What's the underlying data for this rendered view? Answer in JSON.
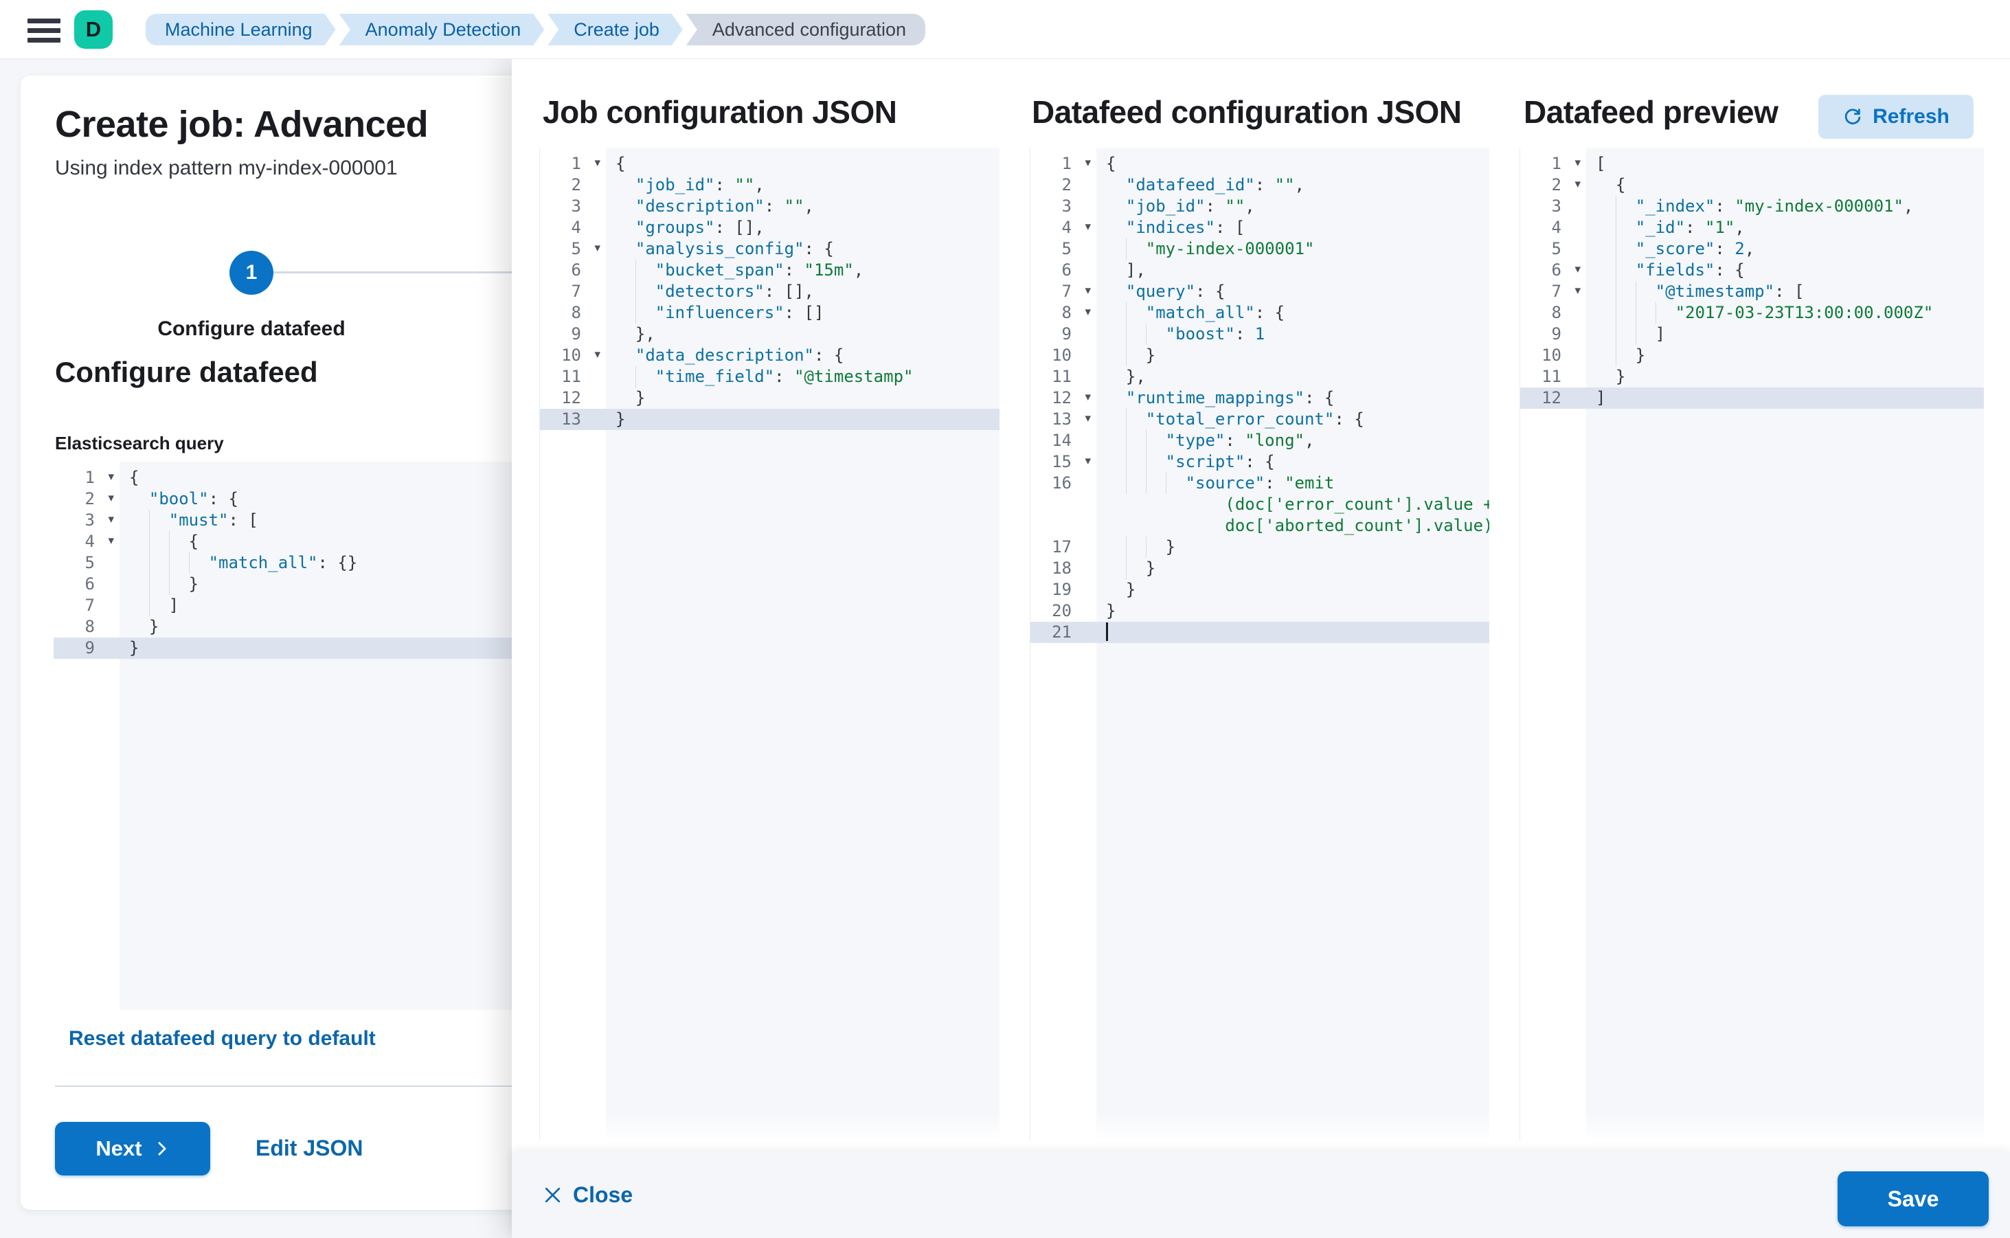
{
  "header": {
    "avatar_letter": "D",
    "breadcrumbs": [
      {
        "label": "Machine Learning",
        "type": "first"
      },
      {
        "label": "Anomaly Detection",
        "type": "mid"
      },
      {
        "label": "Create job",
        "type": "mid"
      },
      {
        "label": "Advanced configuration",
        "type": "last"
      }
    ]
  },
  "wizard": {
    "title": "Create job: Advanced",
    "subtitle": "Using index pattern my-index-000001",
    "step_number": "1",
    "step_label": "Configure datafeed",
    "section_heading": "Configure datafeed",
    "query_label": "Elasticsearch query",
    "reset_link": "Reset datafeed query to default",
    "next_button": "Next",
    "edit_json_link": "Edit JSON"
  },
  "flyout": {
    "job_title": "Job configuration JSON",
    "datafeed_title": "Datafeed configuration JSON",
    "preview_title": "Datafeed preview",
    "refresh_button": "Refresh",
    "close_button": "Close",
    "save_button": "Save"
  },
  "colors": {
    "primary_button": "#0a73c6",
    "link": "#0b66ab",
    "avatar_bg": "#10c9a6",
    "breadcrumb_bg": "#d3e6f8",
    "breadcrumb_text": "#0961a5",
    "breadcrumb_current_bg": "#d4dae5",
    "code_key": "#0d70a3",
    "code_string": "#0f7a38",
    "code_number": "#0d70a3",
    "code_punct": "#343741",
    "active_line_bg": "#dce3ee",
    "editor_bg": "#f5f7fa"
  },
  "editors": {
    "query": {
      "lines": [
        {
          "n": 1,
          "f": true,
          "i": 0,
          "t": [
            [
              "p",
              "{"
            ]
          ]
        },
        {
          "n": 2,
          "f": true,
          "i": 1,
          "t": [
            [
              "k",
              "\"bool\""
            ],
            [
              "p",
              ": {"
            ]
          ]
        },
        {
          "n": 3,
          "f": true,
          "i": 2,
          "t": [
            [
              "k",
              "\"must\""
            ],
            [
              "p",
              ": ["
            ]
          ]
        },
        {
          "n": 4,
          "f": true,
          "i": 3,
          "t": [
            [
              "p",
              "{"
            ]
          ]
        },
        {
          "n": 5,
          "i": 4,
          "t": [
            [
              "k",
              "\"match_all\""
            ],
            [
              "p",
              ": {}"
            ]
          ]
        },
        {
          "n": 6,
          "i": 3,
          "t": [
            [
              "p",
              "}"
            ]
          ]
        },
        {
          "n": 7,
          "i": 2,
          "t": [
            [
              "p",
              "]"
            ]
          ]
        },
        {
          "n": 8,
          "i": 1,
          "t": [
            [
              "p",
              "}"
            ]
          ]
        },
        {
          "n": 9,
          "i": 0,
          "hl": true,
          "t": [
            [
              "p",
              "}"
            ]
          ]
        }
      ]
    },
    "job": {
      "lines": [
        {
          "n": 1,
          "f": true,
          "i": 0,
          "t": [
            [
              "p",
              "{"
            ]
          ]
        },
        {
          "n": 2,
          "i": 1,
          "t": [
            [
              "k",
              "\"job_id\""
            ],
            [
              "p",
              ": "
            ],
            [
              "s",
              "\"\""
            ],
            [
              "p",
              ","
            ]
          ]
        },
        {
          "n": 3,
          "i": 1,
          "t": [
            [
              "k",
              "\"description\""
            ],
            [
              "p",
              ": "
            ],
            [
              "s",
              "\"\""
            ],
            [
              "p",
              ","
            ]
          ]
        },
        {
          "n": 4,
          "i": 1,
          "t": [
            [
              "k",
              "\"groups\""
            ],
            [
              "p",
              ": [],"
            ]
          ]
        },
        {
          "n": 5,
          "f": true,
          "i": 1,
          "t": [
            [
              "k",
              "\"analysis_config\""
            ],
            [
              "p",
              ": {"
            ]
          ]
        },
        {
          "n": 6,
          "i": 2,
          "t": [
            [
              "k",
              "\"bucket_span\""
            ],
            [
              "p",
              ": "
            ],
            [
              "s",
              "\"15m\""
            ],
            [
              "p",
              ","
            ]
          ]
        },
        {
          "n": 7,
          "i": 2,
          "t": [
            [
              "k",
              "\"detectors\""
            ],
            [
              "p",
              ": [],"
            ]
          ]
        },
        {
          "n": 8,
          "i": 2,
          "t": [
            [
              "k",
              "\"influencers\""
            ],
            [
              "p",
              ": []"
            ]
          ]
        },
        {
          "n": 9,
          "i": 1,
          "t": [
            [
              "p",
              "},"
            ]
          ]
        },
        {
          "n": 10,
          "f": true,
          "i": 1,
          "t": [
            [
              "k",
              "\"data_description\""
            ],
            [
              "p",
              ": {"
            ]
          ]
        },
        {
          "n": 11,
          "i": 2,
          "t": [
            [
              "k",
              "\"time_field\""
            ],
            [
              "p",
              ": "
            ],
            [
              "s",
              "\"@timestamp\""
            ]
          ]
        },
        {
          "n": 12,
          "i": 1,
          "t": [
            [
              "p",
              "}"
            ]
          ]
        },
        {
          "n": 13,
          "i": 0,
          "hl": true,
          "t": [
            [
              "p",
              "}"
            ]
          ]
        }
      ]
    },
    "datafeed": {
      "lines": [
        {
          "n": 1,
          "f": true,
          "i": 0,
          "t": [
            [
              "p",
              "{"
            ]
          ]
        },
        {
          "n": 2,
          "i": 1,
          "t": [
            [
              "k",
              "\"datafeed_id\""
            ],
            [
              "p",
              ": "
            ],
            [
              "s",
              "\"\""
            ],
            [
              "p",
              ","
            ]
          ]
        },
        {
          "n": 3,
          "i": 1,
          "t": [
            [
              "k",
              "\"job_id\""
            ],
            [
              "p",
              ": "
            ],
            [
              "s",
              "\"\""
            ],
            [
              "p",
              ","
            ]
          ]
        },
        {
          "n": 4,
          "f": true,
          "i": 1,
          "t": [
            [
              "k",
              "\"indices\""
            ],
            [
              "p",
              ": ["
            ]
          ]
        },
        {
          "n": 5,
          "i": 2,
          "t": [
            [
              "s",
              "\"my-index-000001\""
            ]
          ]
        },
        {
          "n": 6,
          "i": 1,
          "t": [
            [
              "p",
              "],"
            ]
          ]
        },
        {
          "n": 7,
          "f": true,
          "i": 1,
          "t": [
            [
              "k",
              "\"query\""
            ],
            [
              "p",
              ": {"
            ]
          ]
        },
        {
          "n": 8,
          "f": true,
          "i": 2,
          "t": [
            [
              "k",
              "\"match_all\""
            ],
            [
              "p",
              ": {"
            ]
          ]
        },
        {
          "n": 9,
          "i": 3,
          "t": [
            [
              "k",
              "\"boost\""
            ],
            [
              "p",
              ": "
            ],
            [
              "n2",
              "1"
            ]
          ]
        },
        {
          "n": 10,
          "i": 2,
          "t": [
            [
              "p",
              "}"
            ]
          ]
        },
        {
          "n": 11,
          "i": 1,
          "t": [
            [
              "p",
              "},"
            ]
          ]
        },
        {
          "n": 12,
          "f": true,
          "i": 1,
          "t": [
            [
              "k",
              "\"runtime_mappings\""
            ],
            [
              "p",
              ": {"
            ]
          ]
        },
        {
          "n": 13,
          "f": true,
          "i": 2,
          "t": [
            [
              "k",
              "\"total_error_count\""
            ],
            [
              "p",
              ": {"
            ]
          ]
        },
        {
          "n": 14,
          "i": 3,
          "t": [
            [
              "k",
              "\"type\""
            ],
            [
              "p",
              ": "
            ],
            [
              "s",
              "\"long\""
            ],
            [
              "p",
              ","
            ]
          ]
        },
        {
          "n": 15,
          "f": true,
          "i": 3,
          "t": [
            [
              "k",
              "\"script\""
            ],
            [
              "p",
              ": {"
            ]
          ]
        },
        {
          "n": 16,
          "i": 4,
          "t": [
            [
              "k",
              "\"source\""
            ],
            [
              "p",
              ": "
            ],
            [
              "s",
              "\"emit"
            ]
          ]
        },
        {
          "wrap": true,
          "t": [
            [
              "s",
              "(doc['error_count'].value +"
            ]
          ]
        },
        {
          "wrap": true,
          "t": [
            [
              "s",
              "doc['aborted_count'].value)\""
            ]
          ]
        },
        {
          "n": 17,
          "i": 3,
          "t": [
            [
              "p",
              "}"
            ]
          ]
        },
        {
          "n": 18,
          "i": 2,
          "t": [
            [
              "p",
              "}"
            ]
          ]
        },
        {
          "n": 19,
          "i": 1,
          "t": [
            [
              "p",
              "}"
            ]
          ]
        },
        {
          "n": 20,
          "i": 0,
          "t": [
            [
              "p",
              "}"
            ]
          ]
        },
        {
          "n": 21,
          "i": 0,
          "hl": true,
          "cursor": true,
          "t": []
        }
      ]
    },
    "preview": {
      "lines": [
        {
          "n": 1,
          "f": true,
          "i": 0,
          "t": [
            [
              "p",
              "["
            ]
          ]
        },
        {
          "n": 2,
          "f": true,
          "i": 1,
          "t": [
            [
              "p",
              "{"
            ]
          ]
        },
        {
          "n": 3,
          "i": 2,
          "t": [
            [
              "k",
              "\"_index\""
            ],
            [
              "p",
              ": "
            ],
            [
              "s",
              "\"my-index-000001\""
            ],
            [
              "p",
              ","
            ]
          ]
        },
        {
          "n": 4,
          "i": 2,
          "t": [
            [
              "k",
              "\"_id\""
            ],
            [
              "p",
              ": "
            ],
            [
              "s",
              "\"1\""
            ],
            [
              "p",
              ","
            ]
          ]
        },
        {
          "n": 5,
          "i": 2,
          "t": [
            [
              "k",
              "\"_score\""
            ],
            [
              "p",
              ": "
            ],
            [
              "n2",
              "2"
            ],
            [
              "p",
              ","
            ]
          ]
        },
        {
          "n": 6,
          "f": true,
          "i": 2,
          "t": [
            [
              "k",
              "\"fields\""
            ],
            [
              "p",
              ": {"
            ]
          ]
        },
        {
          "n": 7,
          "f": true,
          "i": 3,
          "t": [
            [
              "k",
              "\"@timestamp\""
            ],
            [
              "p",
              ": ["
            ]
          ]
        },
        {
          "n": 8,
          "i": 4,
          "t": [
            [
              "s",
              "\"2017-03-23T13:00:00.000Z\""
            ]
          ]
        },
        {
          "n": 9,
          "i": 3,
          "t": [
            [
              "p",
              "]"
            ]
          ]
        },
        {
          "n": 10,
          "i": 2,
          "t": [
            [
              "p",
              "}"
            ]
          ]
        },
        {
          "n": 11,
          "i": 1,
          "t": [
            [
              "p",
              "}"
            ]
          ]
        },
        {
          "n": 12,
          "i": 0,
          "hl": true,
          "t": [
            [
              "p",
              "]"
            ]
          ]
        }
      ]
    }
  }
}
